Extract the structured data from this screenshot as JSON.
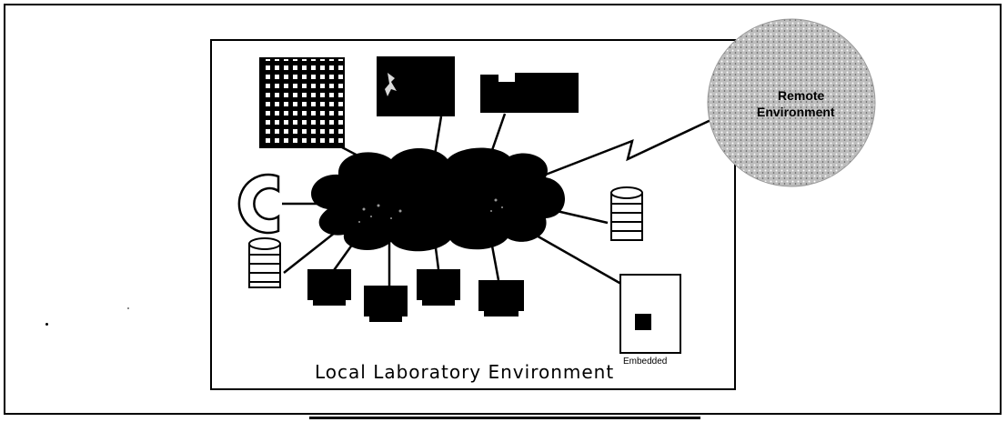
{
  "diagram": {
    "lab_label": "Local Laboratory Environment",
    "remote_label_line1": "Remote",
    "remote_label_line2": "Environment",
    "embedded_label": "Embedded"
  },
  "icons": [
    "display-grid-icon",
    "workstation-icon",
    "printer-icon",
    "tape-drive-icon",
    "disk-stack-icon",
    "terminal-icon",
    "embedded-system-icon",
    "network-cloud-icon",
    "remote-environment-icon"
  ]
}
